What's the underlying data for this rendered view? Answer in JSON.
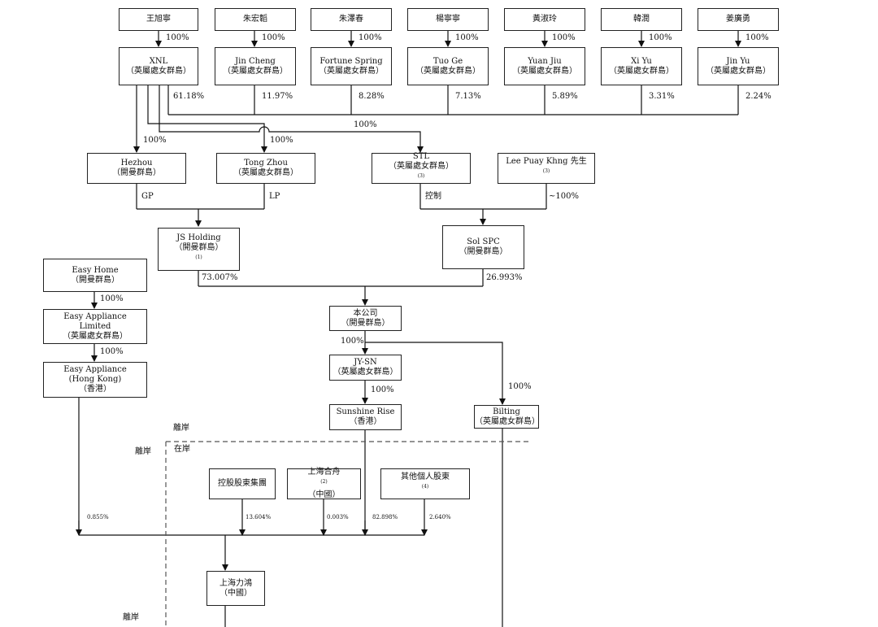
{
  "top_persons": [
    "王旭寧",
    "朱宏韜",
    "朱澤春",
    "楊寧寧",
    "黃淑玲",
    "韓潤",
    "姜廣勇"
  ],
  "top_ownership": [
    "100%",
    "100%",
    "100%",
    "100%",
    "100%",
    "100%",
    "100%"
  ],
  "holding_cos": [
    {
      "name": "XNL",
      "jurisdiction": "（英屬處女群島）"
    },
    {
      "name": "Jin Cheng",
      "jurisdiction": "（英屬處女群島）"
    },
    {
      "name": "Fortune Spring",
      "jurisdiction": "（英屬處女群島）"
    },
    {
      "name": "Tuo Ge",
      "jurisdiction": "（英屬處女群島）"
    },
    {
      "name": "Yuan Jiu",
      "jurisdiction": "（英屬處女群島）"
    },
    {
      "name": "Xi Yu",
      "jurisdiction": "（英屬處女群島）"
    },
    {
      "name": "Jin Yu",
      "jurisdiction": "（英屬處女群島）"
    }
  ],
  "stl_stakes": [
    "61.18%",
    "11.97%",
    "8.28%",
    "7.13%",
    "5.89%",
    "3.31%",
    "2.24%"
  ],
  "pct": {
    "xnl_to_stl": "100%",
    "xnl_to_hezhou": "100%",
    "xnl_to_tongzhou": "100%",
    "gp": "GP",
    "lp": "LP",
    "control": "控制",
    "lee_to_sol": "~100%",
    "js_to_company": "73.007%",
    "sol_to_company": "26.993%",
    "easyhome_to_eal": "100%",
    "eal_to_eahk": "100%",
    "company_to_jysn": "100%",
    "jysn_to_sunshine": "100%",
    "company_to_bilting": "100%",
    "eahk_to_sh": "0.855%",
    "group_to_sh": "13.604%",
    "hezhou_sh_to_sh": "0.003%",
    "sunshine_to_sh": "82.898%",
    "others_to_sh": "2.640%"
  },
  "hezhou": {
    "name": "Hezhou",
    "jurisdiction": "（開曼群島）"
  },
  "tongzhou": {
    "name": "Tong Zhou",
    "jurisdiction": "（英屬處女群島）"
  },
  "stl": {
    "name": "STL",
    "jurisdiction": "（英屬處女群島）",
    "note": "(3)"
  },
  "lee": {
    "name": "Lee Puay Khng 先生",
    "note": "(3)"
  },
  "js_holding": {
    "name": "JS Holding",
    "jurisdiction": "（開曼群島）",
    "note": "(1)"
  },
  "sol_spc": {
    "name": "Sol SPC",
    "jurisdiction": "（開曼群島）"
  },
  "easy_home": {
    "name": "Easy Home",
    "jurisdiction": "（開曼群島）"
  },
  "easy_appliance_ltd": {
    "line1": "Easy Appliance",
    "line2": "Limited",
    "jurisdiction": "（英屬處女群島）"
  },
  "easy_appliance_hk": {
    "line1": "Easy Appliance",
    "line2": "(Hong Kong)",
    "jurisdiction": "（香港）"
  },
  "company": {
    "name": "本公司",
    "jurisdiction": "（開曼群島）"
  },
  "jysn": {
    "name": "JY-SN",
    "jurisdiction": "（英屬處女群島）"
  },
  "sunshine": {
    "name": "Sunshine Rise",
    "jurisdiction": "（香港）"
  },
  "bilting": {
    "name": "Bilting",
    "jurisdiction": "（英屬處女群島）"
  },
  "offshore_label": "離岸",
  "offshore_side_label": "離岸",
  "onshore_label": "在岸",
  "group": {
    "name": "控股股東集團"
  },
  "sh_hezhou": {
    "name": "上海合舟",
    "jurisdiction": "（中國）",
    "note": "(2)"
  },
  "others": {
    "name": "其他個人股東",
    "note": "(4)"
  },
  "sh_lihong": {
    "name": "上海力鴻",
    "jurisdiction": "（中國）"
  },
  "offshore_bottom_label": "離岸"
}
